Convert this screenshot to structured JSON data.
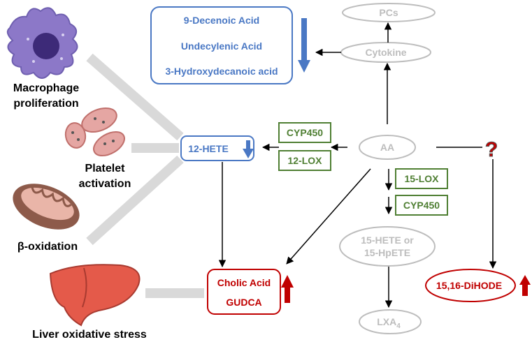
{
  "colors": {
    "blue": "#4a78c4",
    "red": "#c00000",
    "green": "#4f7f33",
    "gray": "#bdbdbd",
    "connector": "#d9d9d9",
    "black": "#000000"
  },
  "icons": {
    "macrophage": "macrophage-cell-icon",
    "platelets": "platelet-icon",
    "mitochondrion": "mitochondrion-icon",
    "liver": "liver-icon",
    "question": "question-mark-icon"
  },
  "labels": {
    "macrophage_line1": "Macrophage",
    "macrophage_line2": "proliferation",
    "platelet_line1": "Platelet",
    "platelet_line2": "activation",
    "beta_oxidation": "β-oxidation",
    "liver_stress": "Liver oxidative stress"
  },
  "acids": [
    "9-Decenoic Acid",
    "Undecylenic Acid",
    "3-Hydroxydecanoic acid"
  ],
  "nodes": {
    "pcs": "PCs",
    "cytokine": "Cytokine",
    "aa": "AA",
    "hete12": "12-HETE",
    "hete15_line1": "15-HETE or",
    "hete15_line2": "15-HpETE",
    "lxa_base": "LXA",
    "lxa_sub": "4",
    "cholic": "Cholic Acid",
    "gudca": "GUDCA",
    "dihode": "15,16-DiHODE",
    "question": "?"
  },
  "enzymes": {
    "cyp450_top": "CYP450",
    "lox12": "12-LOX",
    "lox15": "15-LOX",
    "cyp450_bottom": "CYP450"
  }
}
